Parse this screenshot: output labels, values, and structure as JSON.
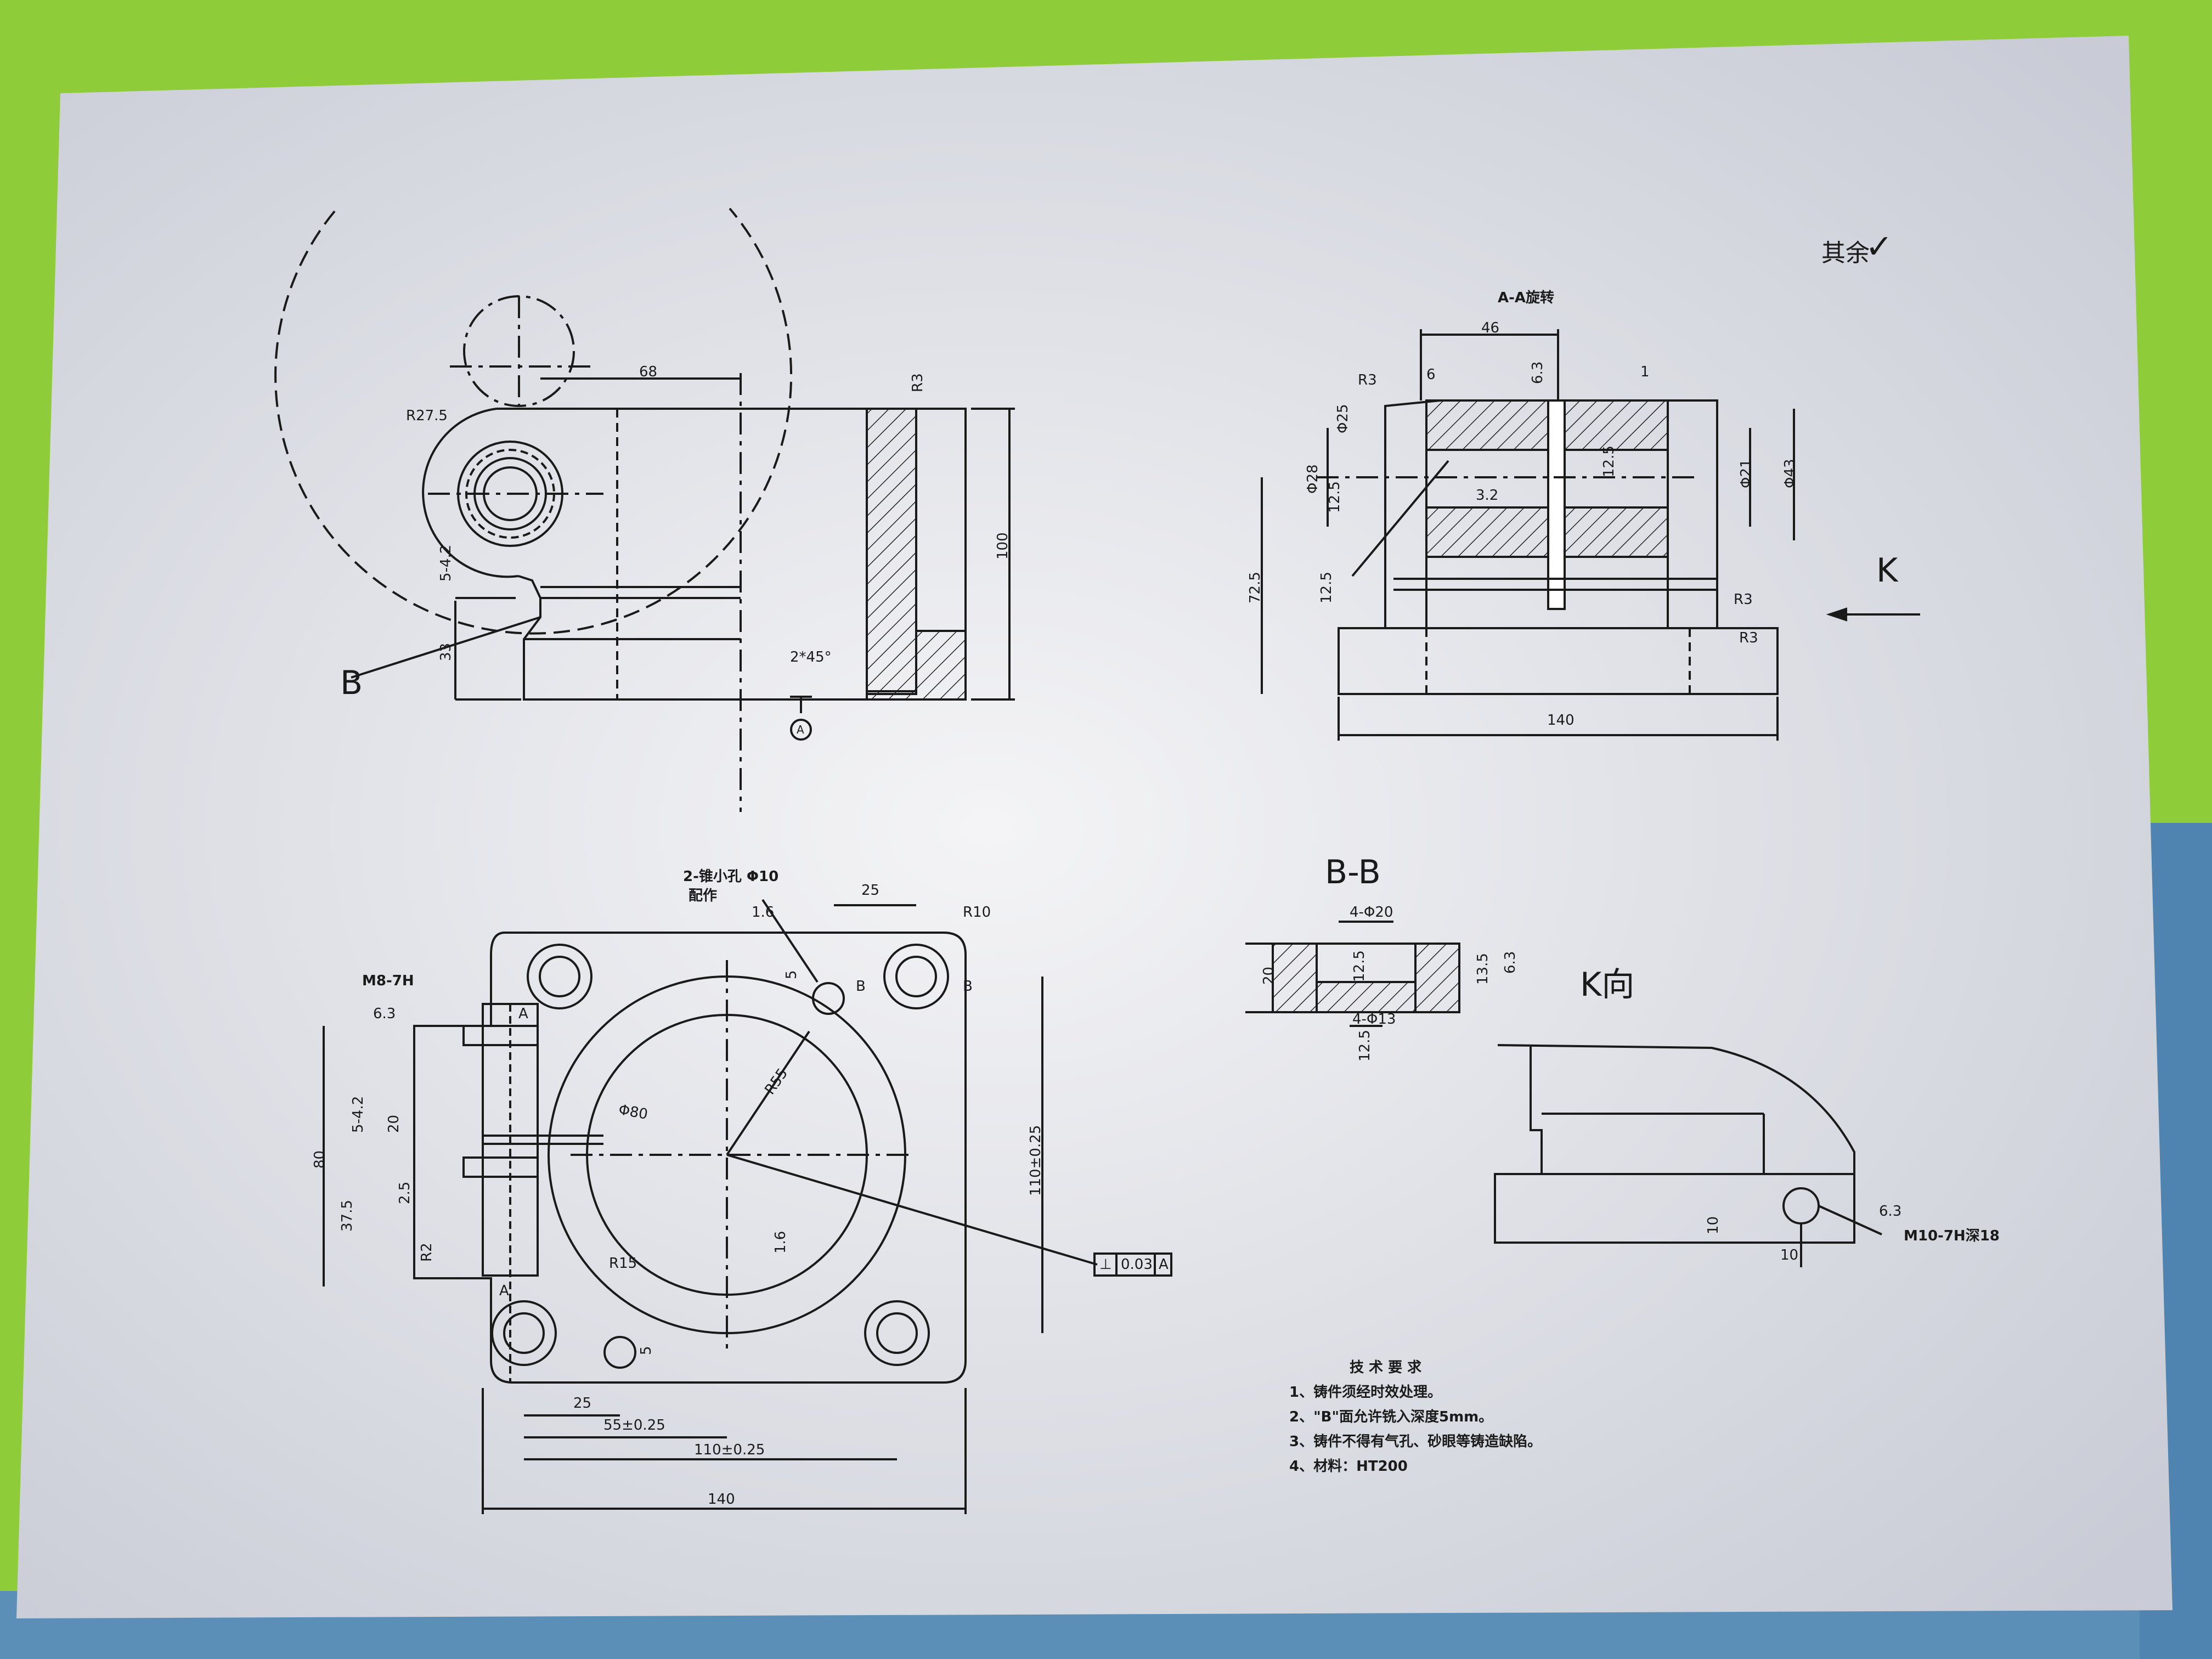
{
  "corner_roughness": "其余",
  "top_left": {
    "dim_68": "68",
    "r27_5": "R27.5",
    "r3": "R3",
    "dim_100": "100",
    "dim_5_42": "5-4.2",
    "dim_33": "33",
    "chamfer": "2*45°",
    "label_b": "B",
    "datum_a": "A"
  },
  "aa_view": {
    "title": "A-A旋转",
    "dim_46": "46",
    "dim_6": "6",
    "r3_top": "R3",
    "rough_6_3": "6.3",
    "dim_1": "1",
    "dim_25": "Φ25",
    "dim_28": "Φ28",
    "rough_12_5a": "12.5",
    "rough_12_5b": "12.5",
    "rough_3_2": "3.2",
    "dim_21": "Φ21",
    "dim_43": "Φ43",
    "dim_72_5": "72.5",
    "rough_12_5c": "12.5",
    "r3_right": "R3",
    "r3_bottom": "R3",
    "dim_140": "140",
    "k_label": "K"
  },
  "plan_view": {
    "note_holes": "2-锥小孔 Φ10",
    "note_assy": "配作",
    "rough_1_6": "1.6",
    "dim_25_top": "25",
    "r10": "R10",
    "m8": "M8-7H",
    "rough_6_3": "6.3",
    "dim_5a": "5",
    "label_b1": "B",
    "label_b2": "B",
    "label_a1": "A",
    "label_a2": "A",
    "dim_80": "80",
    "dim_5_42": "5-4.2",
    "dim_20": "20",
    "dim_37_5": "37.5",
    "rough_2_5": "2.5",
    "r2": "R2",
    "dia_80": "Φ80",
    "r55": "R55",
    "dim_110_v": "110±0.25",
    "rough_1_6b": "1.6",
    "r15": "R15",
    "tol_sym": "⊥",
    "tol_val": "0.03",
    "tol_ref": "A",
    "dim_5b": "5",
    "dim_25_bot": "25",
    "dim_55": "55±0.25",
    "dim_110_h": "110±0.25",
    "dim_140": "140"
  },
  "bb_view": {
    "title": "B-B",
    "dim_4_20": "4-Φ20",
    "dim_20": "20",
    "rough_12_5a": "12.5",
    "dim_13_5": "13.5",
    "rough_6_3": "6.3",
    "dim_4_13": "4-Φ13",
    "rough_12_5b": "12.5"
  },
  "k_view": {
    "title": "K向",
    "dim_10v": "10",
    "dim_10h": "10",
    "rough_6_3": "6.3",
    "thread": "M10-7H深18"
  },
  "tech": {
    "title": "技 术 要 求",
    "items": [
      "1、铸件须经时效处理。",
      "2、\"B\"面允许铣入深度5mm。",
      "3、铸件不得有气孔、砂眼等铸造缺陷。",
      "4、材料：HT200"
    ]
  }
}
